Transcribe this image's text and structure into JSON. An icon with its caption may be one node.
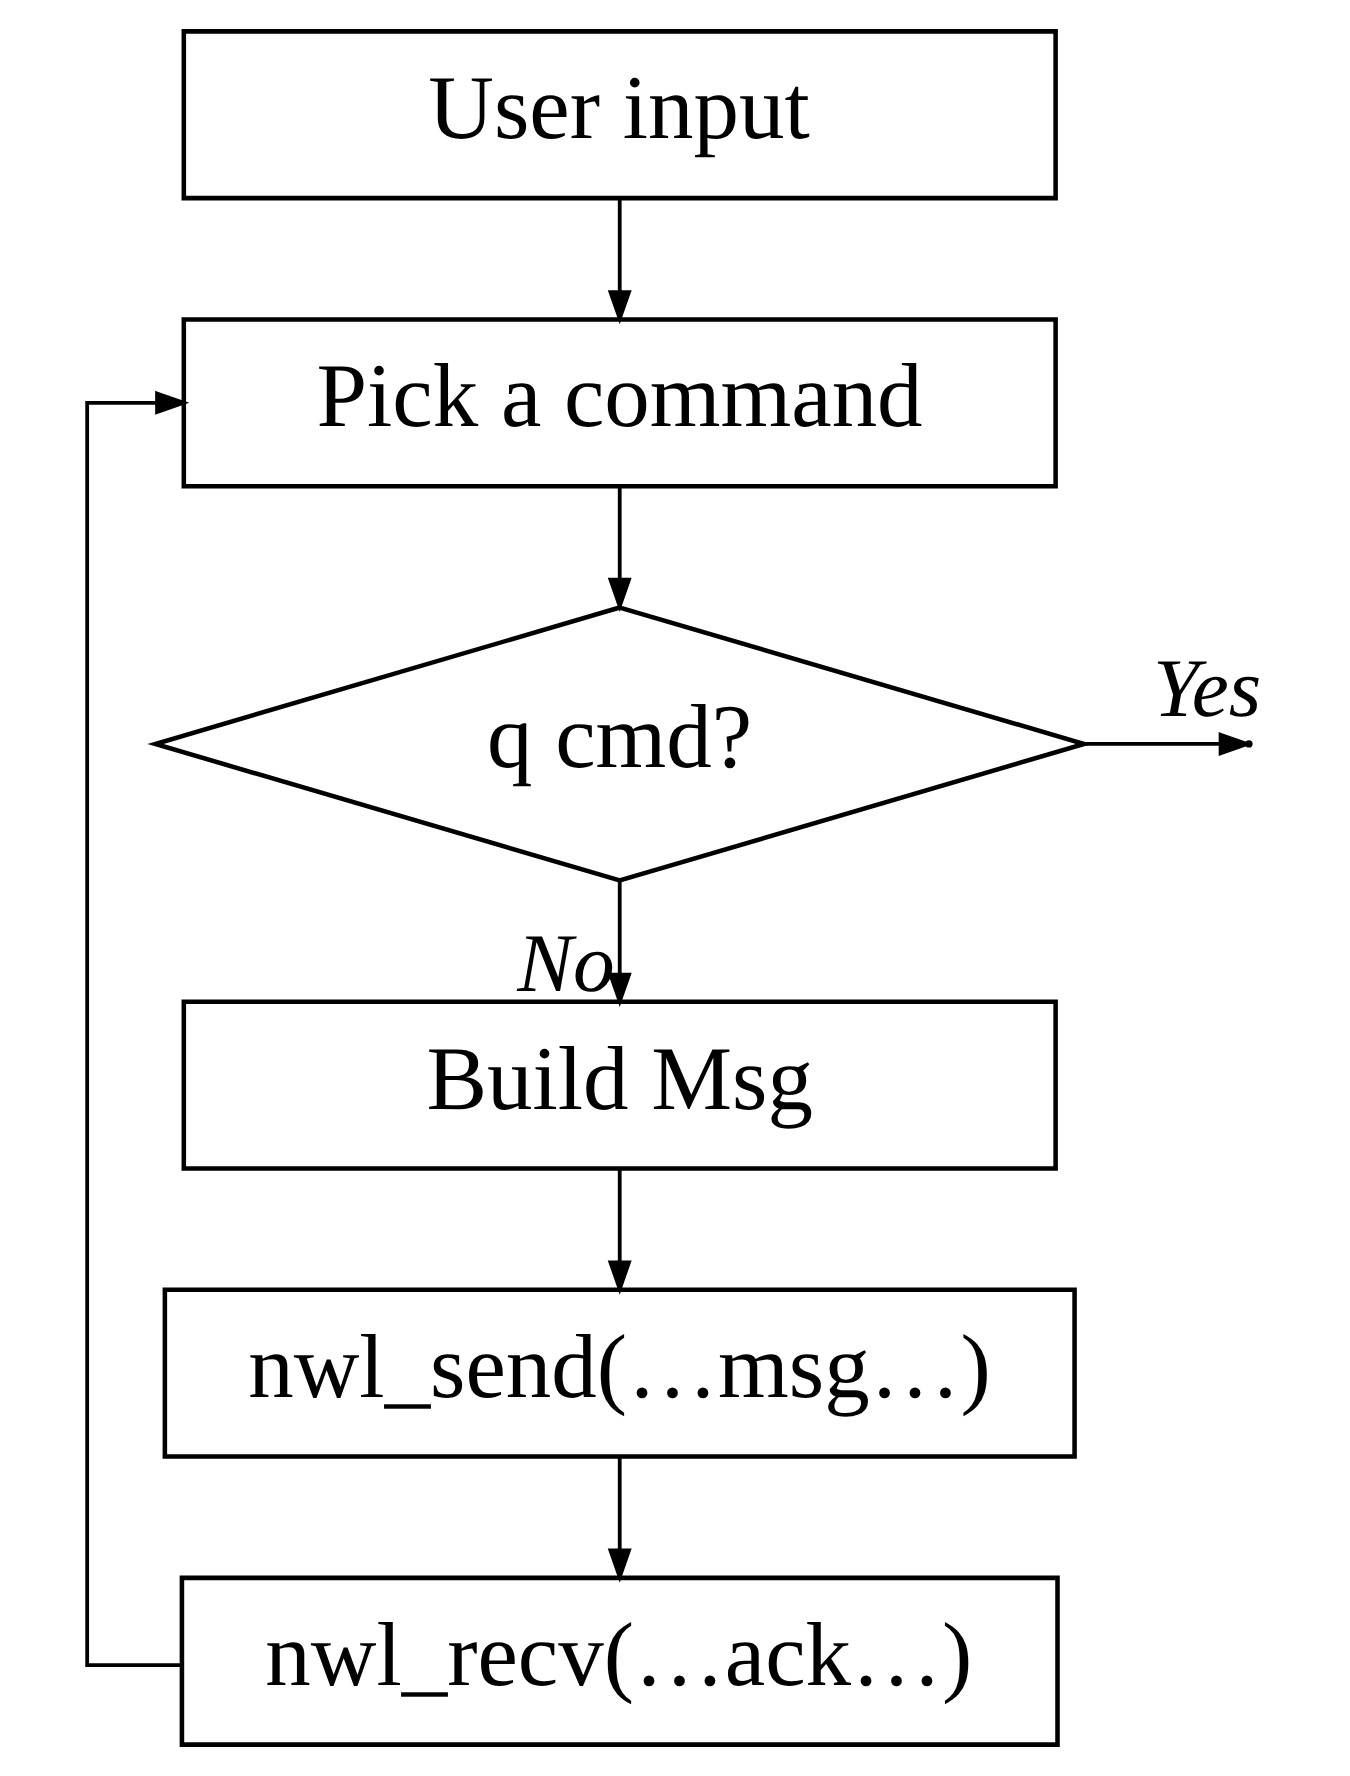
{
  "diagram": {
    "nodes": [
      {
        "text": [
          "User input"
        ]
      },
      {
        "text": [
          "Pick a command"
        ]
      },
      {
        "text": [
          "q cmd?"
        ]
      },
      {
        "text": [
          "Build Msg"
        ]
      },
      {
        "text": [
          "nwl_send(…msg…)"
        ]
      },
      {
        "text": [
          "nwl_recv(…ack…)"
        ]
      }
    ],
    "edges": [
      {
        "from": 0,
        "to": 1,
        "arrow": "to"
      },
      {
        "from": 1,
        "to": 2,
        "arrow": "to"
      },
      {
        "from": 2,
        "to": 3,
        "arrow": "to",
        "label": "No"
      },
      {
        "from": 2,
        "to": null,
        "arrow": "to",
        "label": "Yes"
      },
      {
        "from": 3,
        "to": 4,
        "arrow": "to"
      },
      {
        "from": 4,
        "to": 5,
        "arrow": "to"
      },
      {
        "from": 5,
        "to": 1,
        "arrow": "to"
      }
    ]
  }
}
